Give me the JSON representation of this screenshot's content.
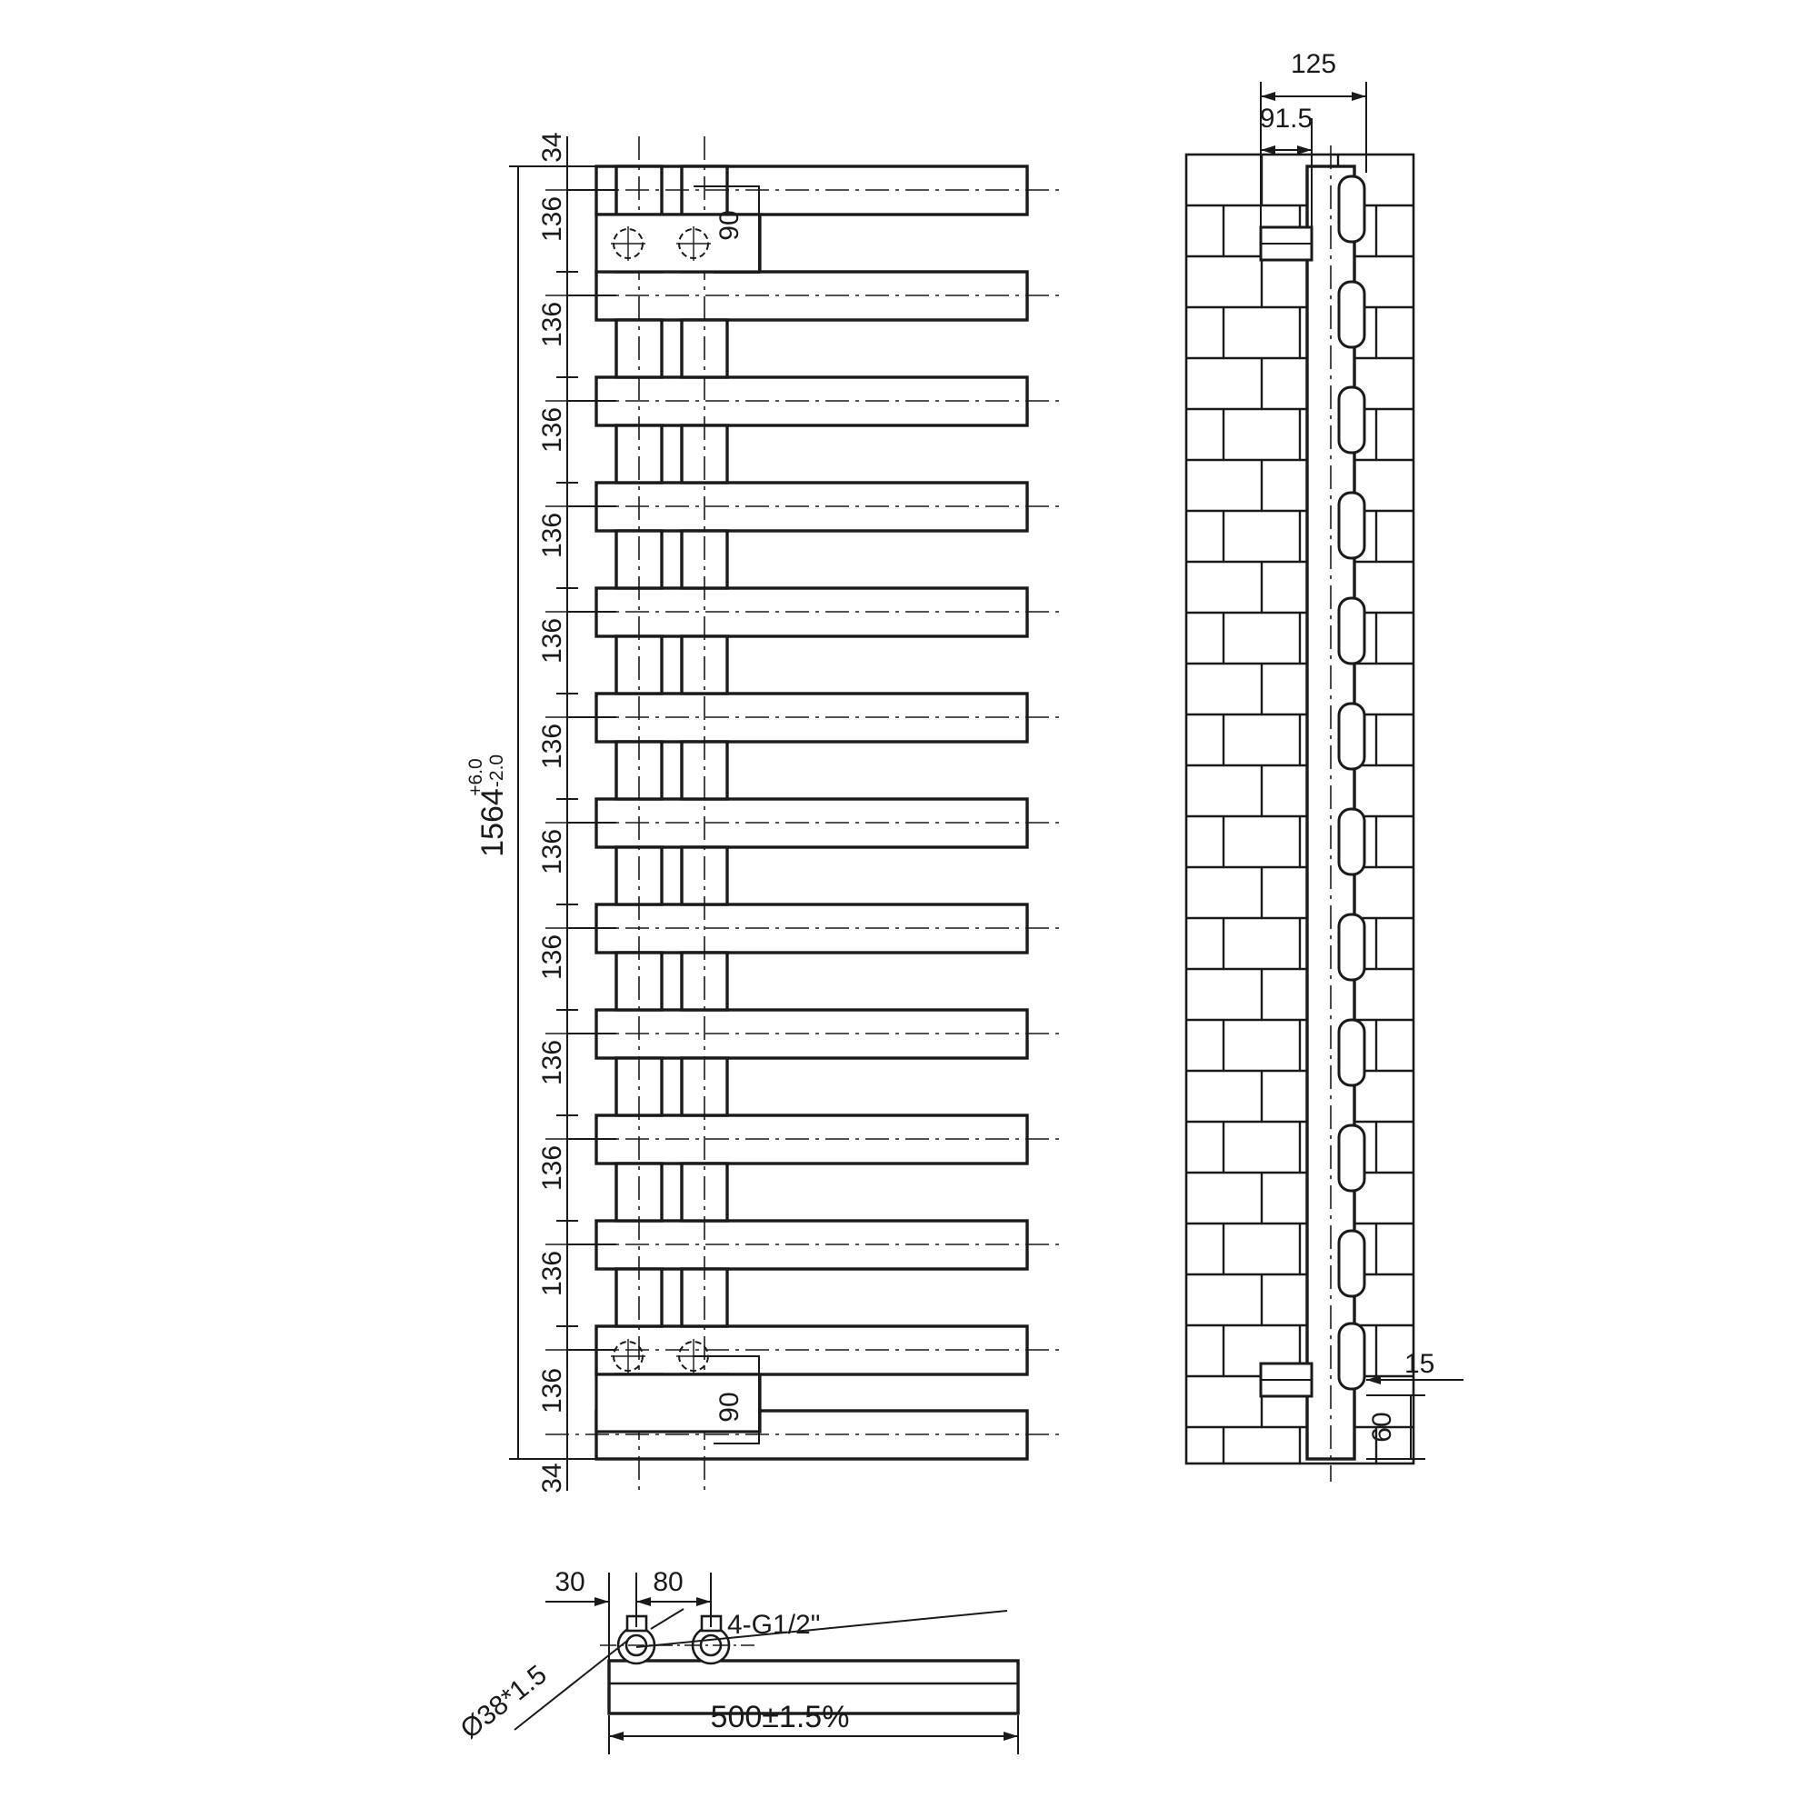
{
  "drawing": {
    "title": "Towel radiator technical drawing",
    "line_color": "#1a1a1a",
    "background": "#ffffff",
    "units": "mm"
  },
  "front_view": {
    "name": "front-elevation",
    "top_offset_label": "34",
    "bottom_offset_label": "34",
    "rung_pitch_labels": [
      "136",
      "136",
      "136",
      "136",
      "136",
      "136",
      "136",
      "136",
      "136",
      "136",
      "136"
    ],
    "overall_height_value": "1564",
    "overall_height_tol_upper": "+6.0",
    "overall_height_tol_lower": "-2.0",
    "top_bracket_label": "90",
    "bottom_bracket_label": "90",
    "rung_count": 13
  },
  "side_view": {
    "name": "side-section",
    "depth_label": "125",
    "wall_to_centre_label": "91.5",
    "bracket_offset_label": "15",
    "manifold_depth_label": "60",
    "wall_hatch": "brick",
    "tab_count": 11
  },
  "bottom_view": {
    "name": "bottom-plan-detail",
    "edge_to_first_port_label": "30",
    "port_spacing_label": "80",
    "thread_label": "4-G1/2\"",
    "tube_label": "Ø38*1.5",
    "overall_width_label": "500±1.5%"
  }
}
